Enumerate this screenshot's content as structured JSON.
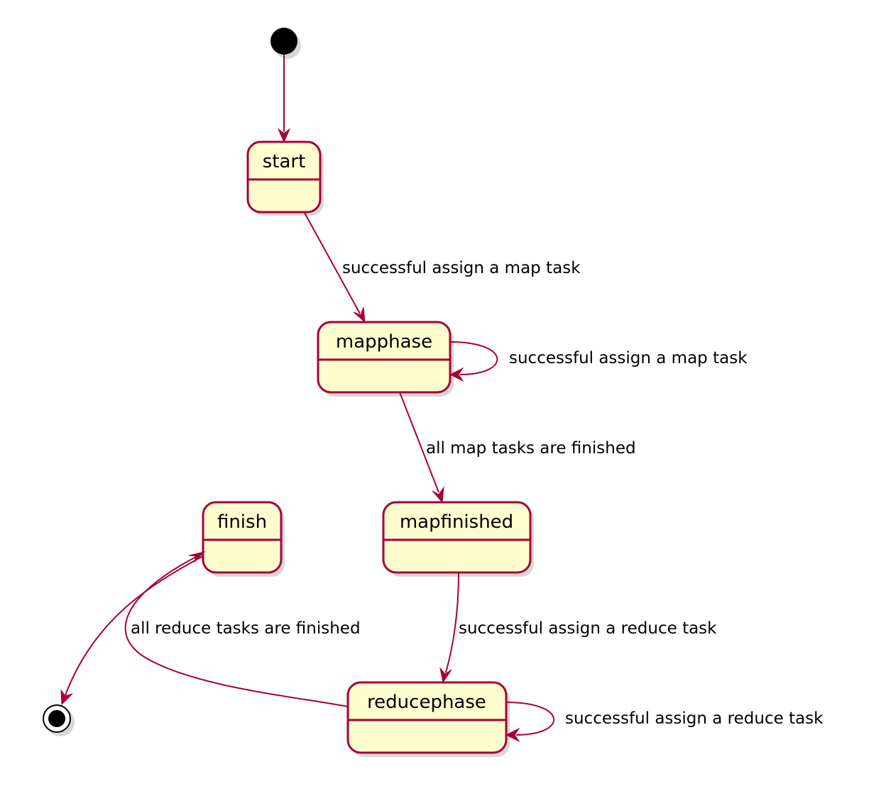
{
  "colors": {
    "state_fill": "#FEFECE",
    "state_border": "#A80036",
    "arrow": "#A80036",
    "pseudo_state": "#000000"
  },
  "states": {
    "start": "start",
    "mapphase": "mapphase",
    "mapfinished": "mapfinished",
    "finish": "finish",
    "reducephase": "reducephase"
  },
  "transitions": {
    "initial_to_start": "",
    "start_to_mapphase": "successful assign a map task",
    "mapphase_self": "successful assign a map task",
    "mapphase_to_mapfinished": "all map tasks are finished",
    "mapfinished_to_reducephase": "successful assign a reduce task",
    "reducephase_self": "successful assign a reduce task",
    "reducephase_to_finish": "all reduce tasks are finished",
    "finish_to_final": ""
  }
}
